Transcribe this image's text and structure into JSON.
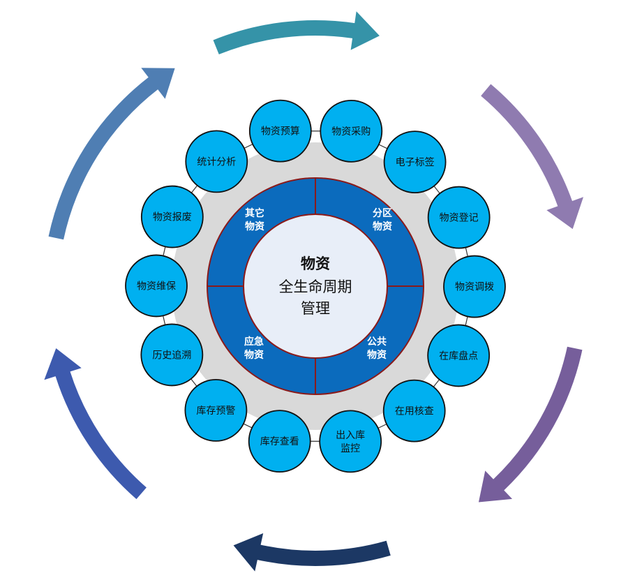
{
  "title": "物资全生命周期管理",
  "center": {
    "line1": "物资",
    "line2": "全生命周期",
    "line3": "管理"
  },
  "segments": [
    {
      "id": "zoned",
      "lines": [
        "分区",
        "物资"
      ],
      "quadrant": "top-right"
    },
    {
      "id": "public",
      "lines": [
        "公共",
        "物资"
      ],
      "quadrant": "bottom-right"
    },
    {
      "id": "emergency",
      "lines": [
        "应急",
        "物资"
      ],
      "quadrant": "bottom-left"
    },
    {
      "id": "other",
      "lines": [
        "其它",
        "物资"
      ],
      "quadrant": "top-left"
    }
  ],
  "petals": [
    {
      "id": "purchase",
      "lines": [
        "物资采购"
      ]
    },
    {
      "id": "e-label",
      "lines": [
        "电子标签"
      ]
    },
    {
      "id": "register",
      "lines": [
        "物资登记"
      ]
    },
    {
      "id": "transfer",
      "lines": [
        "物资调拨"
      ]
    },
    {
      "id": "stocktake",
      "lines": [
        "在库盘点"
      ]
    },
    {
      "id": "in-use-check",
      "lines": [
        "在用核查"
      ]
    },
    {
      "id": "io-monitor",
      "lines": [
        "出入库",
        "监控"
      ]
    },
    {
      "id": "inventory-view",
      "lines": [
        "库存查看"
      ]
    },
    {
      "id": "inventory-alert",
      "lines": [
        "库存预警"
      ]
    },
    {
      "id": "history-trace",
      "lines": [
        "历史追溯"
      ]
    },
    {
      "id": "maintenance",
      "lines": [
        "物资维保"
      ]
    },
    {
      "id": "scrap",
      "lines": [
        "物资报废"
      ]
    },
    {
      "id": "statistics",
      "lines": [
        "统计分析"
      ]
    },
    {
      "id": "budget",
      "lines": [
        "物资预算"
      ]
    }
  ],
  "arrows": [
    {
      "id": "top",
      "direction": "clockwise",
      "color": "#3593a8"
    },
    {
      "id": "upper-right",
      "direction": "clockwise",
      "color": "#8f7bb0"
    },
    {
      "id": "lower-right",
      "direction": "clockwise",
      "color": "#765e9b"
    },
    {
      "id": "bottom",
      "direction": "clockwise",
      "color": "#1c3864"
    },
    {
      "id": "lower-left",
      "direction": "clockwise",
      "color": "#3d5aae"
    },
    {
      "id": "upper-left",
      "direction": "clockwise",
      "color": "#4f7eb3"
    }
  ],
  "colors": {
    "petal_fill": "#00b0f0",
    "petal_stroke": "#111111",
    "gray_disc": "#d9d9d9",
    "ring_fill": "#0b6bbd",
    "ring_divider": "#8b1a1a",
    "center_fill": "#e8eef8"
  }
}
